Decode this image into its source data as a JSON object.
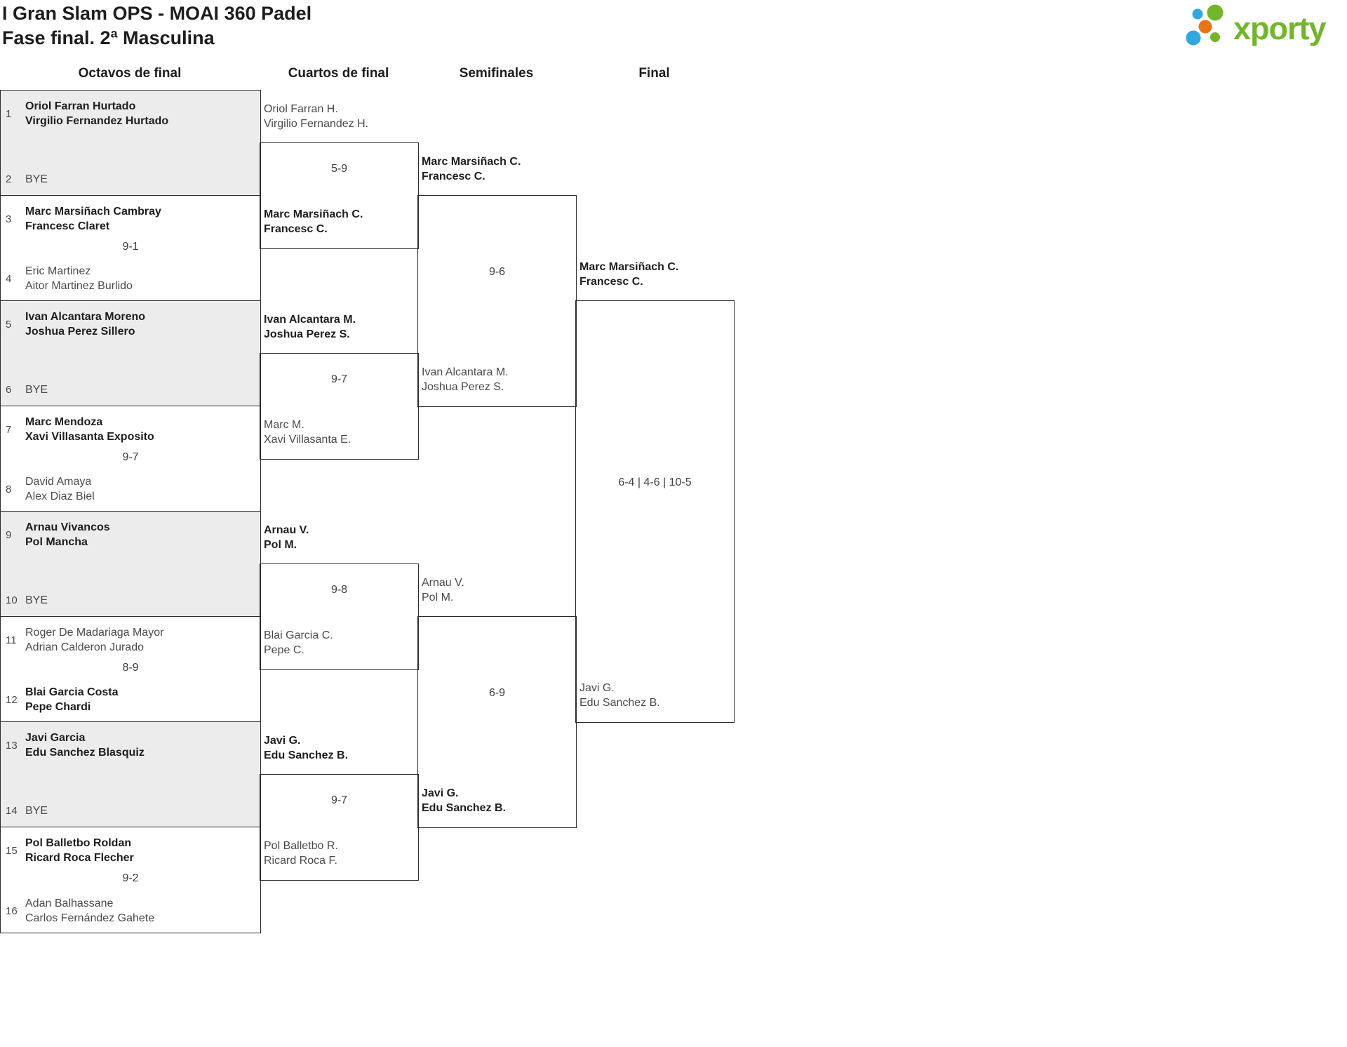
{
  "page": {
    "title_line1": "I Gran Slam OPS - MOAI 360 Padel",
    "title_line2": "Fase final. 2ª Masculina"
  },
  "logo": {
    "text": "xporty",
    "green": "#72b629",
    "blue": "#2fa8e0",
    "orange": "#e87511"
  },
  "columns": {
    "octavos": "Octavos de final",
    "cuartos": "Cuartos de final",
    "semifinales": "Semifinales",
    "final": "Final"
  },
  "octavos": [
    {
      "top_seed": "1",
      "top1": "Oriol Farran Hurtado",
      "top2": "Virgilio Fernandez Hurtado",
      "bottom_seed": "2",
      "bottom1": "BYE",
      "bottom2": "",
      "score": "",
      "winner": "top"
    },
    {
      "top_seed": "3",
      "top1": "Marc Marsiñach Cambray",
      "top2": "Francesc Claret",
      "bottom_seed": "4",
      "bottom1": "Eric Martinez",
      "bottom2": "Aitor Martinez Burlido",
      "score": "9-1",
      "winner": "top"
    },
    {
      "top_seed": "5",
      "top1": "Ivan Alcantara Moreno",
      "top2": "Joshua Perez Sillero",
      "bottom_seed": "6",
      "bottom1": "BYE",
      "bottom2": "",
      "score": "",
      "winner": "top"
    },
    {
      "top_seed": "7",
      "top1": "Marc Mendoza",
      "top2": "Xavi Villasanta Exposito",
      "bottom_seed": "8",
      "bottom1": "David Amaya",
      "bottom2": "Alex Diaz Biel",
      "score": "9-7",
      "winner": "top"
    },
    {
      "top_seed": "9",
      "top1": "Arnau Vivancos",
      "top2": "Pol Mancha",
      "bottom_seed": "10",
      "bottom1": "BYE",
      "bottom2": "",
      "score": "",
      "winner": "top"
    },
    {
      "top_seed": "11",
      "top1": "Roger De Madariaga Mayor",
      "top2": "Adrian Calderon Jurado",
      "bottom_seed": "12",
      "bottom1": "Blai Garcia Costa",
      "bottom2": "Pepe Chardi",
      "score": "8-9",
      "winner": "bottom"
    },
    {
      "top_seed": "13",
      "top1": "Javi Garcia",
      "top2": "Edu Sanchez Blasquiz",
      "bottom_seed": "14",
      "bottom1": "BYE",
      "bottom2": "",
      "score": "",
      "winner": "top"
    },
    {
      "top_seed": "15",
      "top1": "Pol Balletbo Roldan",
      "top2": "Ricard Roca Flecher",
      "bottom_seed": "16",
      "bottom1": "Adan Balhassane",
      "bottom2": "Carlos Fernández Gahete",
      "score": "9-2",
      "winner": "top"
    }
  ],
  "cuartos": [
    {
      "top1": "Oriol Farran H.",
      "top2": "Virgilio Fernandez H.",
      "bottom1": "Marc Marsiñach C.",
      "bottom2": "Francesc C.",
      "score": "5-9",
      "winner": "bottom"
    },
    {
      "top1": "Ivan Alcantara M.",
      "top2": "Joshua Perez S.",
      "bottom1": "Marc M.",
      "bottom2": "Xavi Villasanta E.",
      "score": "9-7",
      "winner": "top"
    },
    {
      "top1": "Arnau V.",
      "top2": "Pol M.",
      "bottom1": "Blai Garcia C.",
      "bottom2": "Pepe C.",
      "score": "9-8",
      "winner": "top"
    },
    {
      "top1": "Javi G.",
      "top2": "Edu Sanchez B.",
      "bottom1": "Pol Balletbo R.",
      "bottom2": "Ricard Roca F.",
      "score": "9-7",
      "winner": "top"
    }
  ],
  "semifinales": [
    {
      "top1": "Marc Marsiñach C.",
      "top2": "Francesc C.",
      "bottom1": "Ivan Alcantara M.",
      "bottom2": "Joshua Perez S.",
      "score": "9-6",
      "winner": "top"
    },
    {
      "top1": "Arnau V.",
      "top2": "Pol M.",
      "bottom1": "Javi G.",
      "bottom2": "Edu Sanchez B.",
      "score": "6-9",
      "winner": "bottom"
    }
  ],
  "final": {
    "top1": "Marc Marsiñach C.",
    "top2": "Francesc C.",
    "bottom1": "Javi G.",
    "bottom2": "Edu Sanchez B.",
    "score": "6-4 | 4-6 | 10-5",
    "winner": "top"
  }
}
